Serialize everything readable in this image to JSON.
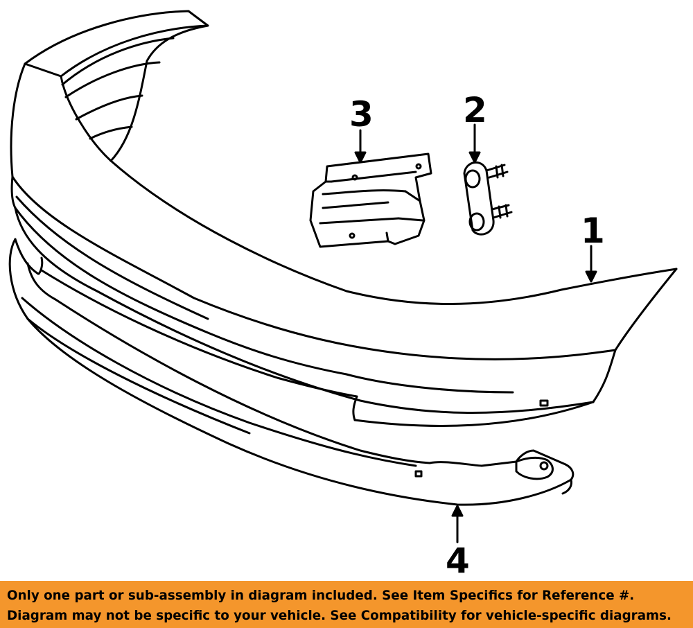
{
  "diagram": {
    "callouts": [
      {
        "id": "1",
        "label": "1",
        "part": "bumper cover"
      },
      {
        "id": "2",
        "label": "2",
        "part": "bracket with studs"
      },
      {
        "id": "3",
        "label": "3",
        "part": "mounting bracket"
      },
      {
        "id": "4",
        "label": "4",
        "part": "lower valance"
      }
    ]
  },
  "disclaimer": {
    "line1": "Only one part or sub-assembly in diagram included. See Item Specifics for Reference #.",
    "line2": "Diagram may not be specific to your vehicle. See Compatibility for vehicle-specific diagrams.",
    "background": "#f4962c"
  }
}
